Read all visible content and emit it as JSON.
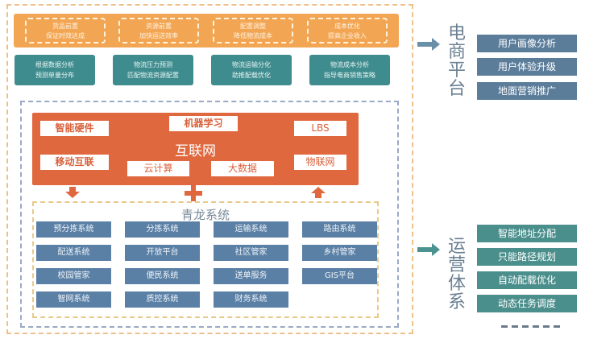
{
  "top_goals": [
    [
      "货品前置",
      "保证时效达成"
    ],
    [
      "资源前置",
      "加快运送效率"
    ],
    [
      "配置调整",
      "降低物流成本"
    ],
    [
      "成本优化",
      "提高企业收入"
    ]
  ],
  "analytics": [
    [
      "根据数据分析",
      "预测单量分布"
    ],
    [
      "物流压力预测",
      "匹配物流资源配置"
    ],
    [
      "物流运输分化",
      "助推配载优化"
    ],
    [
      "物流成本分析",
      "指导电商销售策略"
    ]
  ],
  "internet": {
    "title": "互联网",
    "items": [
      "智能硬件",
      "机器学习",
      "LBS",
      "移动互联",
      "云计算",
      "大数据",
      "物联网"
    ]
  },
  "qinglong": {
    "title": "青龙系统",
    "items": [
      "预分拣系统",
      "分拣系统",
      "运输系统",
      "路由系统",
      "配送系统",
      "开放平台",
      "社区管家",
      "乡村管家",
      "校园管家",
      "便民系统",
      "送单服务",
      "GIS平台",
      "智网系统",
      "质控系统",
      "财务系统"
    ]
  },
  "ecommerce": {
    "title": "电商平台",
    "items": [
      "用户画像分析",
      "用户体验升级",
      "地面营销推广"
    ]
  },
  "operations": {
    "title": "运营体系",
    "items": [
      "智能地址分配",
      "只能路径规划",
      "自动配载优化",
      "动态任务调度"
    ]
  },
  "colors": {
    "orange": "#f2a654",
    "teal": "#3f8c8e",
    "red": "#e0683f",
    "blue": "#5b80a6",
    "slate": "#5b7d9a"
  }
}
